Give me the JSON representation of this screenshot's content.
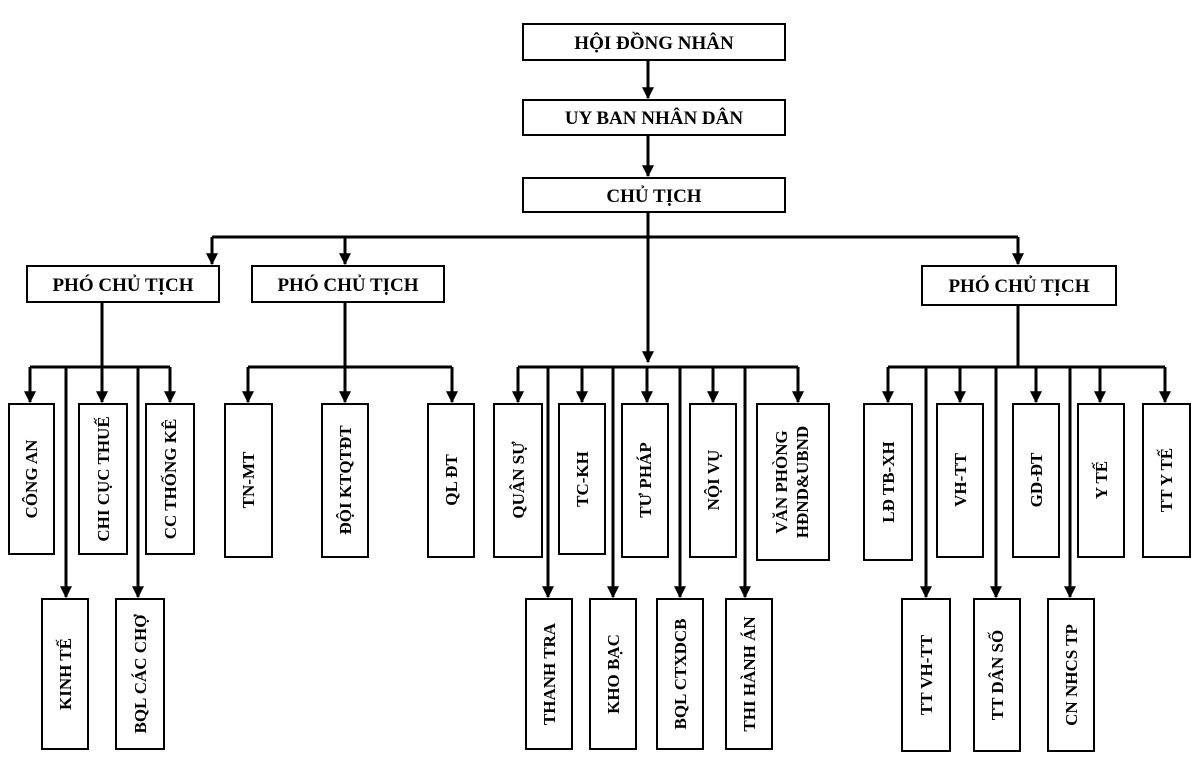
{
  "top": {
    "council": "HỘI ĐỒNG NHÂN",
    "committee": "UY BAN NHÂN DÂN",
    "chairman": "CHỦ TỊCH"
  },
  "vice": {
    "v1": "PHÓ CHỦ TỊCH",
    "v2": "PHÓ CHỦ TỊCH",
    "v3": "PHÓ CHỦ TỊCH"
  },
  "units": {
    "cong_an": "CÔNG AN",
    "kinh_te": "KINH TẾ",
    "chi_cuc_thue": "CHI CỤC THUẾ",
    "bql_cac_cho": "BQL CÁC CHỢ",
    "cc_thong_ke": "CC THỐNG KÊ",
    "tn_mt": "TN-MT",
    "doi_ktqtdt": "ĐỘI KTQTĐT",
    "ql_dt": "QL ĐT",
    "quan_su": "QUÂN SỰ",
    "thanh_tra": "THANH TRA",
    "tc_kh": "TC-KH",
    "kho_bac": "KHO BẠC",
    "tu_phap": "TƯ PHÁP",
    "bql_ctxdcb": "BQL CTXDCB",
    "noi_vu": "NỘI VỤ",
    "thi_hanh_an": "THI HÀNH ÁN",
    "van_phong_1": "VĂN PHÒNG",
    "van_phong_2": "HĐND&UBND",
    "ld_tb_xh": "LĐ TB-XH",
    "tt_vh_tt": "TT VH-TT",
    "vh_tt": "VH-TT",
    "tt_dan_so": "TT DÂN SỐ",
    "gd_dt": "GD-ĐT",
    "cn_nhcs_tp": "CN NHCS TP",
    "y_te": "Y TẾ",
    "tt_y_te": "TT Y TẾ"
  }
}
